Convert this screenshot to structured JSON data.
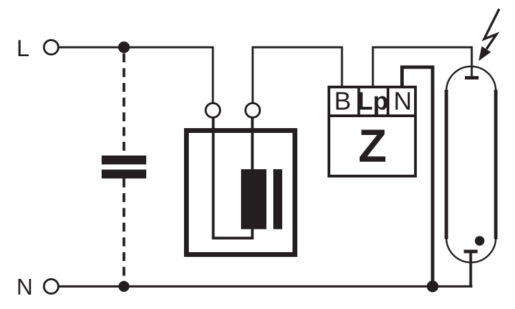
{
  "theme": {
    "ink": "#231f20",
    "bg": "#ffffff"
  },
  "supply": {
    "line_label": "L",
    "neutral_label": "N"
  },
  "ignitor": {
    "terminal_labels": [
      "B",
      "Lp",
      "N"
    ],
    "device_label": "Z"
  },
  "components": {
    "capacitor_icon": "parallel-plate-capacitor",
    "ballast_icon": "choke-coil-with-core",
    "ignitor_icon": "ignitor-box-z",
    "lamp_icon": "discharge-lamp-tube",
    "surge_icon": "lightning-bolt"
  }
}
